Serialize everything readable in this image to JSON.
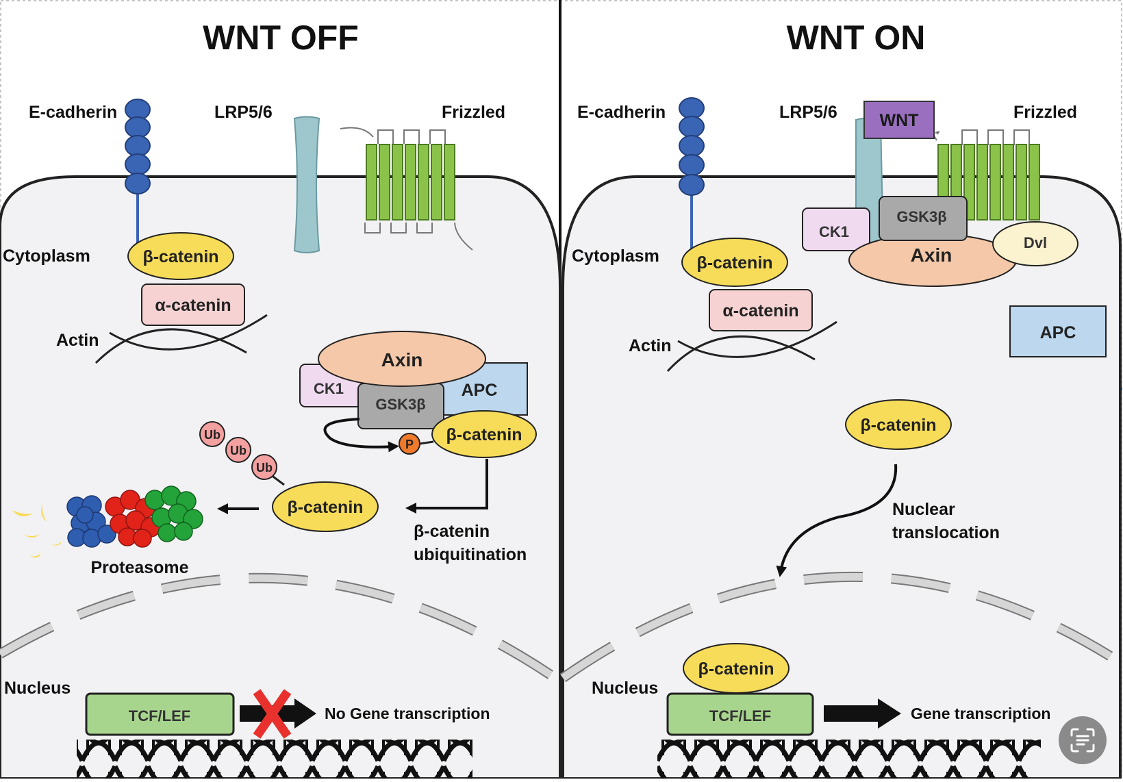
{
  "panels": {
    "off": {
      "title": "WNT OFF",
      "ecadherin": "E-cadherin",
      "lrp": "LRP5/6",
      "frizzled": "Frizzled",
      "cytoplasm": "Cytoplasm",
      "beta_catenin_membrane": "β-catenin",
      "alpha_catenin": "α-catenin",
      "actin": "Actin",
      "axin": "Axin",
      "ck1": "CK1",
      "gsk3b": "GSK3β",
      "apc": "APC",
      "beta_catenin_complex": "β-catenin",
      "phospho": "P",
      "ubiquitin": [
        "Ub",
        "Ub",
        "Ub"
      ],
      "beta_catenin_ub": "β-catenin",
      "ubiquitination_label": [
        "β-catenin",
        "ubiquitination"
      ],
      "proteasome": "Proteasome",
      "nucleus": "Nucleus",
      "tcf_lef": "TCF/LEF",
      "transcription": "No Gene transcription"
    },
    "on": {
      "title": "WNT ON",
      "ecadherin": "E-cadherin",
      "lrp": "LRP5/6",
      "wnt": "WNT",
      "frizzled": "Frizzled",
      "cytoplasm": "Cytoplasm",
      "ck1": "CK1",
      "gsk3b": "GSK3β",
      "axin": "Axin",
      "dvl": "Dvl",
      "beta_catenin_membrane": "β-catenin",
      "alpha_catenin": "α-catenin",
      "actin": "Actin",
      "apc": "APC",
      "beta_catenin_free": "β-catenin",
      "translocation_label": [
        "Nuclear",
        "translocation"
      ],
      "nucleus": "Nucleus",
      "beta_catenin_nuclear": "β-catenin",
      "tcf_lef": "TCF/LEF",
      "transcription": "Gene transcription"
    }
  },
  "colors": {
    "beta_catenin": "#f7dc5a",
    "alpha_catenin": "#f6d2d2",
    "axin": "#f4c8a8",
    "ck1": "#f0daf0",
    "gsk3b": "#a9a9a9",
    "apc": "#bcd7ee",
    "dvl": "#fbf3d0",
    "wnt": "#9a6fc0",
    "tcf_lef": "#a8d58d",
    "lrp": "#9ec6cd",
    "frizzled": "#8bc34a",
    "ecadherin": "#3a64b4",
    "cell_fill": "#f2f2f4",
    "ubiquitin": "#f3a0a0",
    "phospho": "#f07a2c",
    "red_cross": "#e8312d"
  },
  "icons": {
    "transcription_block": "red-x-icon",
    "scan_button": "scan-text-icon"
  }
}
